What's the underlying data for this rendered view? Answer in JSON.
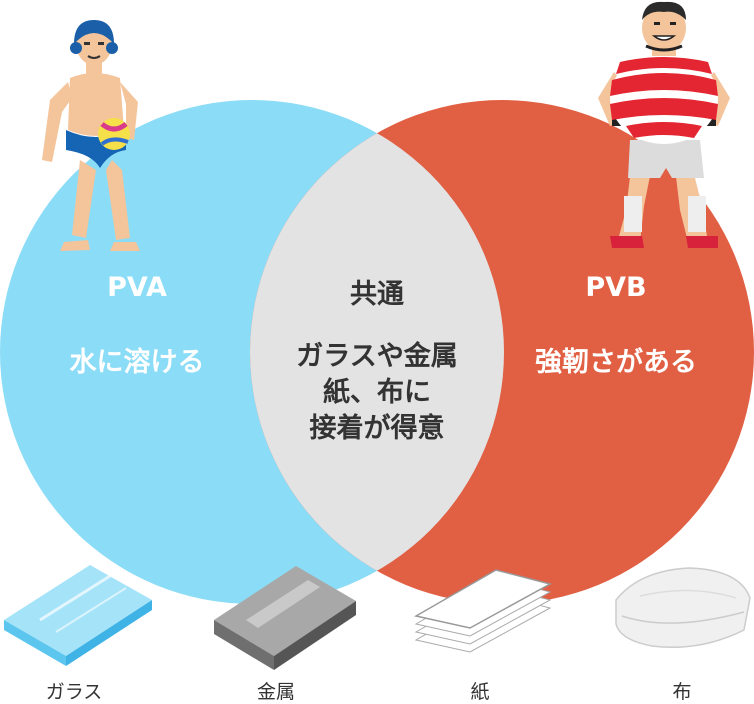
{
  "colors": {
    "pva": "#8bdcf7",
    "pvb": "#e15f43",
    "overlap": "#e3e3e3",
    "heading_dark": "#333333"
  },
  "venn": {
    "left": {
      "title": "PVA",
      "text": "水に溶ける"
    },
    "right": {
      "title": "PVB",
      "text": "強靭さがある"
    },
    "center": {
      "title": "共通",
      "lines": [
        "ガラスや金属",
        "紙、布に",
        "接着が得意"
      ]
    }
  },
  "figures": {
    "left": {
      "icon": "water-polo-player-icon"
    },
    "right": {
      "icon": "rugby-player-icon"
    }
  },
  "materials": [
    {
      "label": "ガラス",
      "icon": "glass-plate-icon"
    },
    {
      "label": "金属",
      "icon": "metal-plate-icon"
    },
    {
      "label": "紙",
      "icon": "paper-stack-icon"
    },
    {
      "label": "布",
      "icon": "cloth-folded-icon"
    }
  ]
}
